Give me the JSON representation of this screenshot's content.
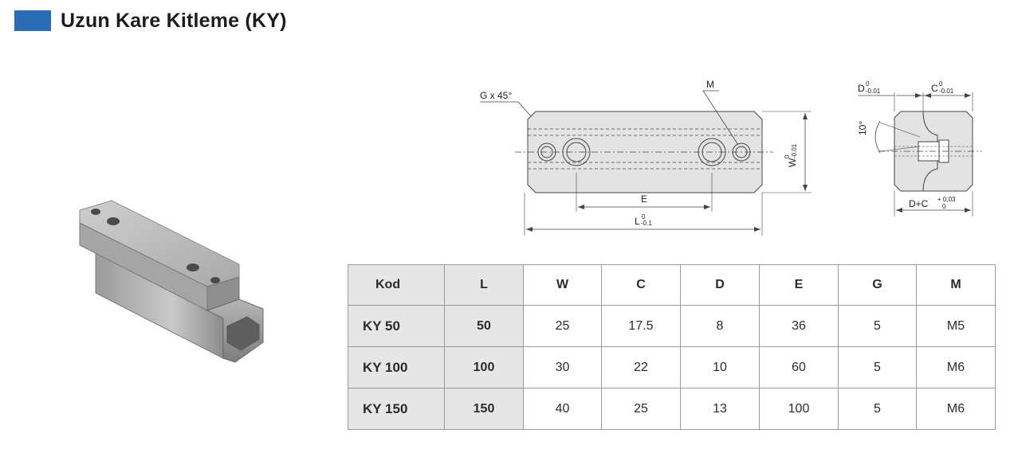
{
  "header": {
    "title": "Uzun Kare Kitleme (KY)",
    "accent_color": "#2a6cb4"
  },
  "photo": {
    "icon": "ky-clamp-product-photo"
  },
  "drawing": {
    "front": {
      "chamfer_label": "G x 45°",
      "thread_label": "M",
      "e_label": "E",
      "l_label": "L",
      "l_tol_upper": "0",
      "l_tol_lower": "-0.1",
      "w_label": "W",
      "w_tol_upper": "0",
      "w_tol_lower": "-0.01"
    },
    "side": {
      "d_label": "D",
      "d_tol_upper": "0",
      "d_tol_lower": "-0.01",
      "c_label": "C",
      "c_tol_upper": "0",
      "c_tol_lower": "-0.01",
      "angle_label": "10°",
      "dc_label": "D+C",
      "dc_tol_upper": "+ 0,03",
      "dc_tol_lower": "0"
    }
  },
  "table": {
    "headers": [
      "Kod",
      "L",
      "W",
      "C",
      "D",
      "E",
      "G",
      "M"
    ],
    "rows": [
      [
        "KY 50",
        "50",
        "25",
        "17.5",
        "8",
        "36",
        "5",
        "M5"
      ],
      [
        "KY 100",
        "100",
        "30",
        "22",
        "10",
        "60",
        "5",
        "M6"
      ],
      [
        "KY 150",
        "150",
        "40",
        "25",
        "13",
        "100",
        "5",
        "M6"
      ]
    ]
  }
}
